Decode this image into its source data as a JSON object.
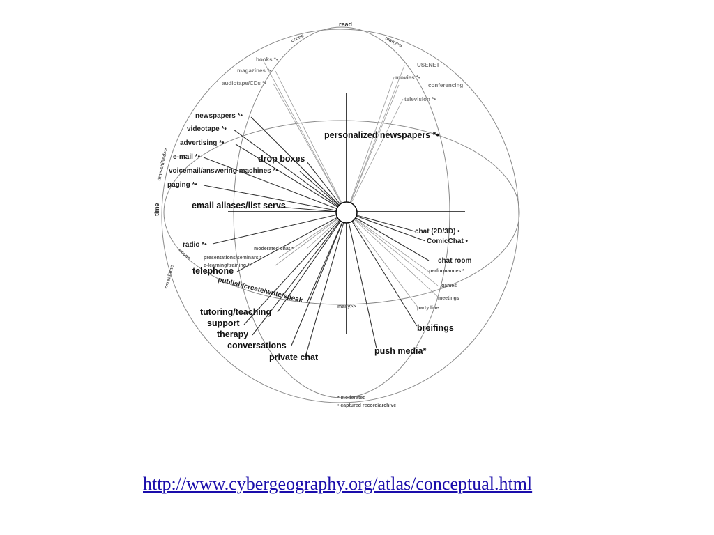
{
  "diagram": {
    "axes": {
      "top": "read",
      "left": "time",
      "top_left_arc": "<<one",
      "top_right_arc": "many>>",
      "left_upper": "time-shifted>>",
      "left_lower": "<<realtime",
      "left_mid": "<<one",
      "bottom": "many>>"
    },
    "labels_upper_left": [
      "books *•",
      "magazines *•",
      "audiotape/CDs *•",
      "newspapers *•",
      "videotape *•",
      "advertising *•",
      "e-mail *•",
      "voicemail/answering machines *•",
      "paging *•",
      "drop boxes",
      "email aliases/list servs"
    ],
    "labels_upper_right": [
      "USENET",
      "movies *•",
      "conferencing",
      "television *•",
      "personalized newspapers *•"
    ],
    "labels_lower_left": [
      "radio *•",
      "moderated chat *",
      "presentations/seminars *",
      "e-learning/training *•",
      "telephone",
      "publish/create/write/speak",
      "tutoring/teaching",
      "support",
      "therapy",
      "conversations",
      "private chat"
    ],
    "labels_lower_right": [
      "chat (2D/3D) •",
      "ComicChat •",
      "chat room",
      "performances *",
      "games",
      "meetings",
      "party line",
      "breifings",
      "push media*"
    ],
    "legend": [
      "* moderated",
      "• captured record/archive"
    ]
  },
  "footer": {
    "link_text": "http://www.cybergeography.org/atlas/conceptual.html"
  }
}
